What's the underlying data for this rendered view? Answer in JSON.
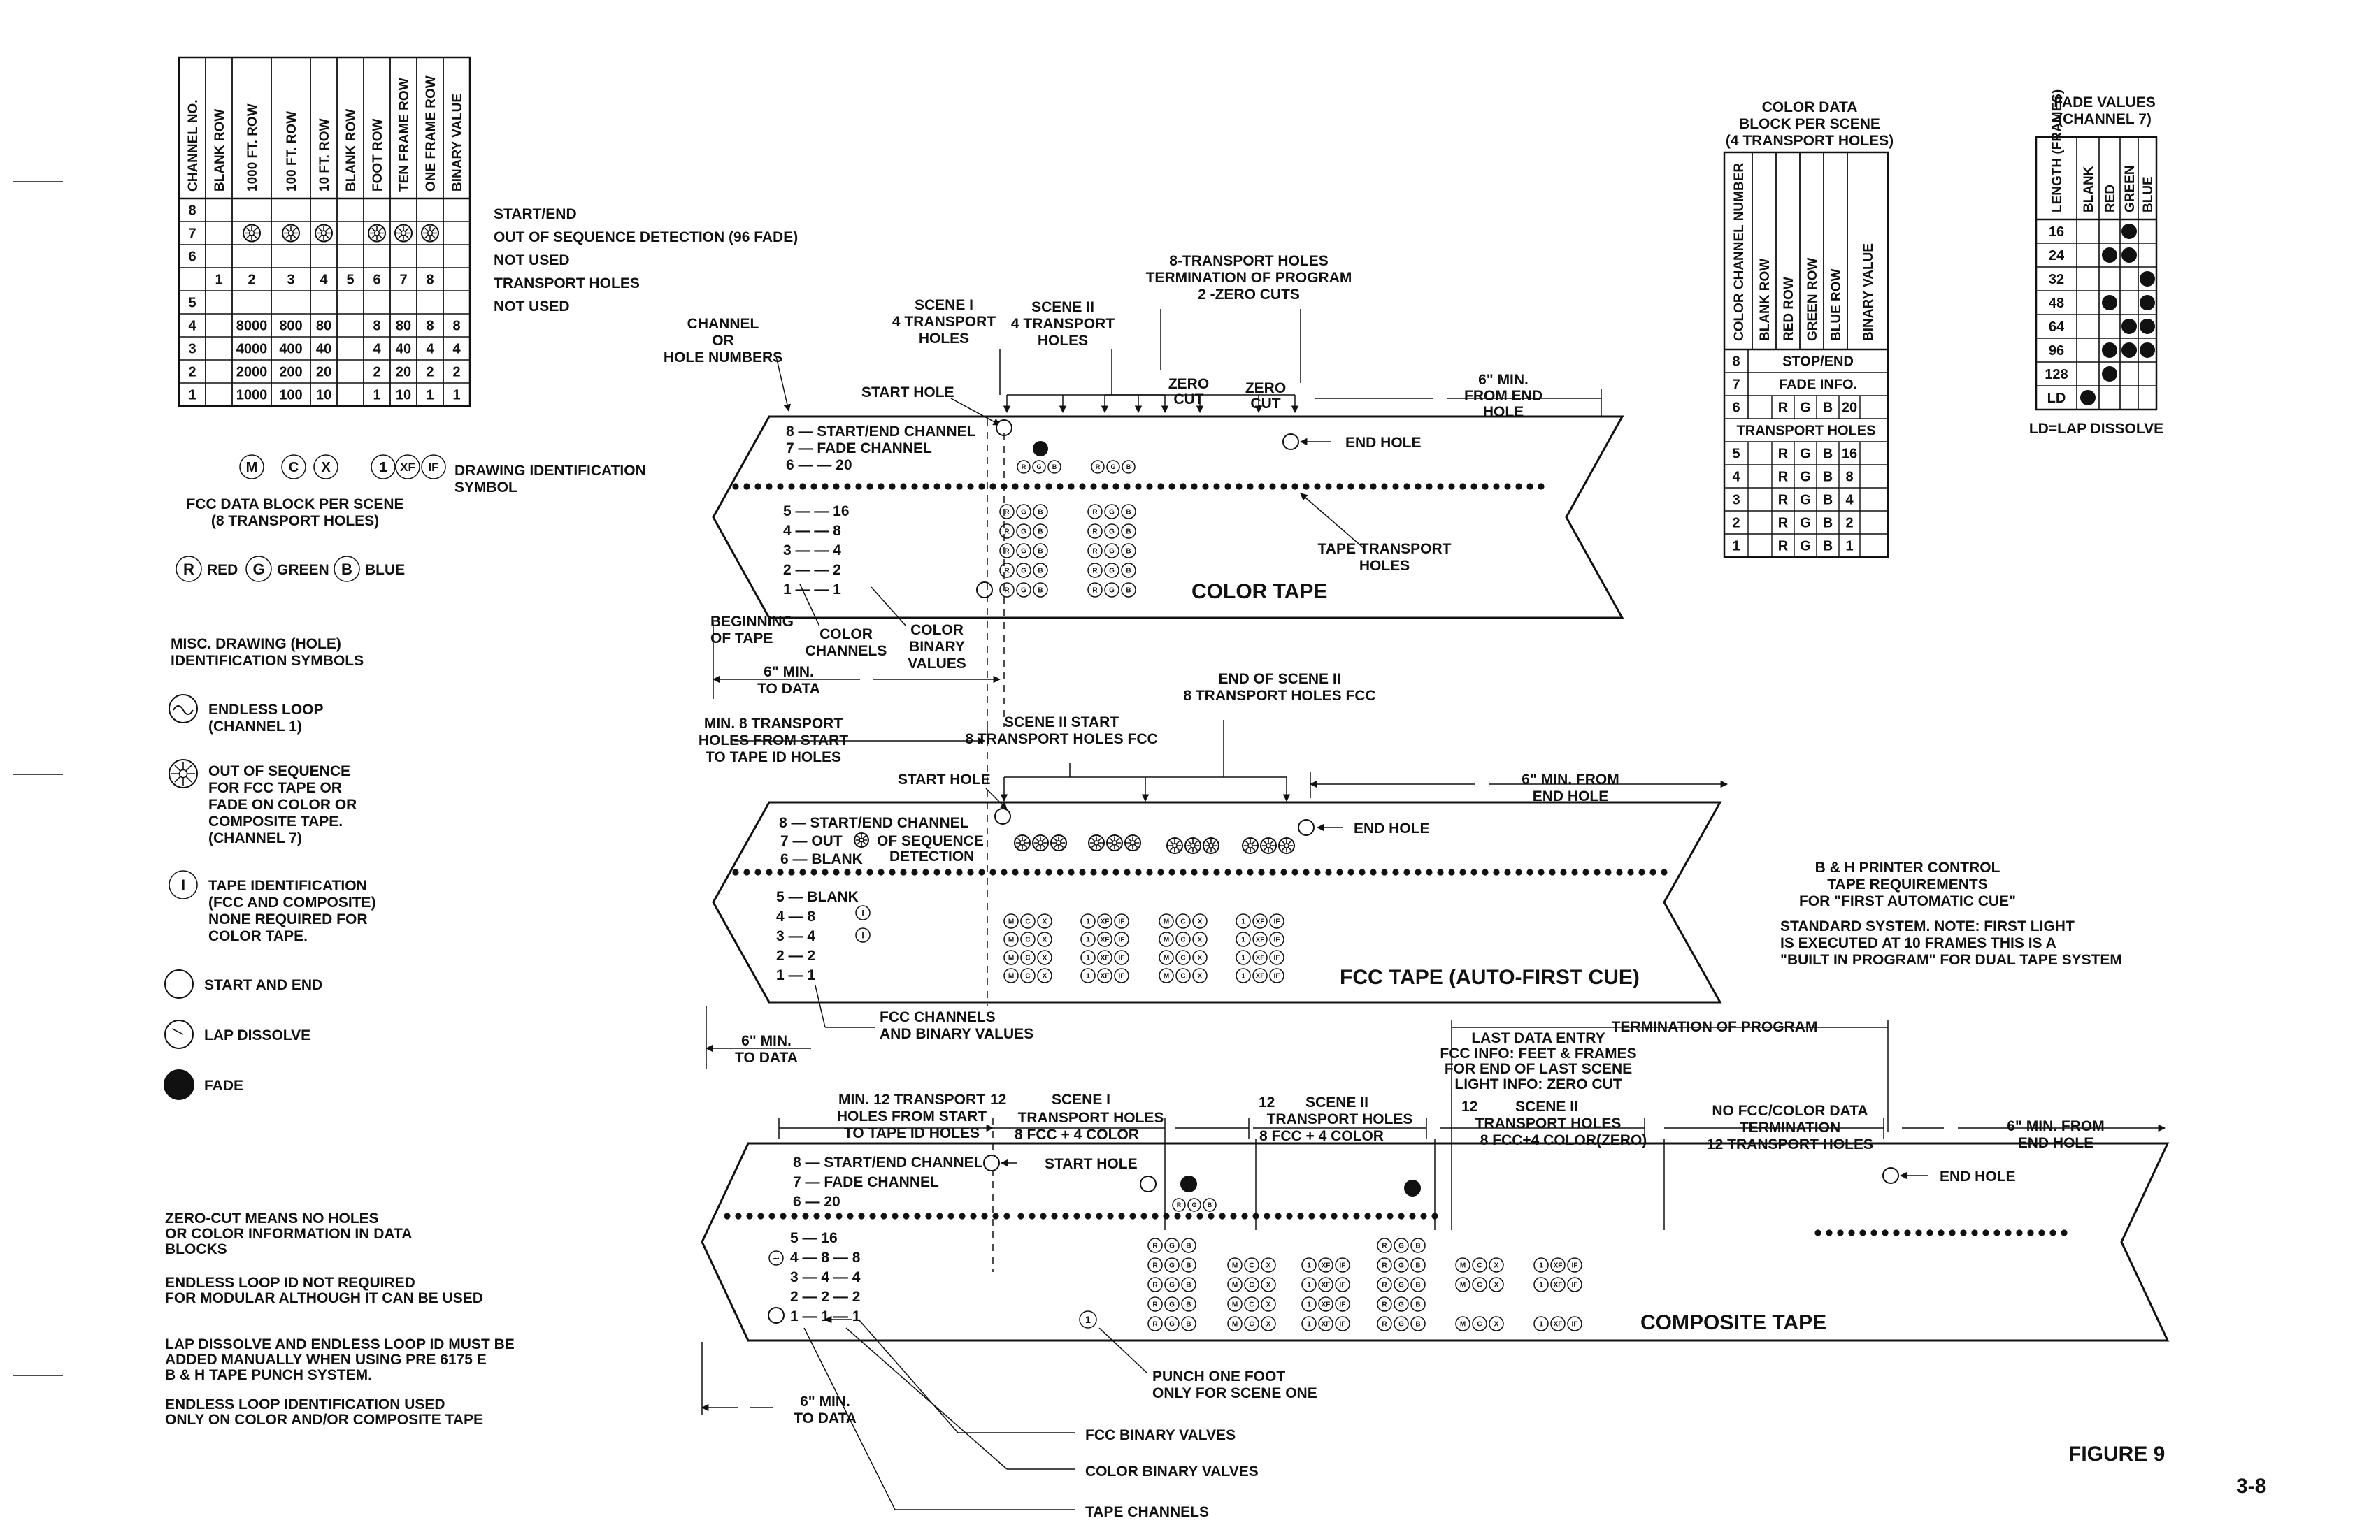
{
  "fcc_table": {
    "headers": [
      "CHANNEL NO.",
      "BLANK ROW",
      "1000 FT. ROW",
      "100 FT. ROW",
      "10 FT. ROW",
      "BLANK ROW",
      "FOOT ROW",
      "TEN FRAME ROW",
      "ONE FRAME ROW",
      "BINARY VALUE"
    ],
    "rows": [
      {
        "ch": "8",
        "cells": [
          "",
          "",
          "",
          "",
          "",
          "",
          "",
          "",
          ""
        ]
      },
      {
        "ch": "7",
        "cells": [
          "",
          "",
          "",
          "",
          "",
          "",
          "",
          "",
          ""
        ]
      },
      {
        "ch": "6",
        "cells": [
          "",
          "",
          "",
          "",
          "",
          "",
          "",
          "",
          ""
        ]
      },
      {
        "ch": "",
        "cells": [
          "1",
          "2",
          "3",
          "4",
          "5",
          "6",
          "7",
          "8",
          ""
        ]
      },
      {
        "ch": "5",
        "cells": [
          "",
          "",
          "",
          "",
          "",
          "",
          "",
          "",
          ""
        ]
      },
      {
        "ch": "4",
        "cells": [
          "",
          "8000",
          "800",
          "80",
          "",
          "8",
          "80",
          "8",
          "8"
        ]
      },
      {
        "ch": "3",
        "cells": [
          "",
          "4000",
          "400",
          "40",
          "",
          "4",
          "40",
          "4",
          "4"
        ]
      },
      {
        "ch": "2",
        "cells": [
          "",
          "2000",
          "200",
          "20",
          "",
          "2",
          "20",
          "2",
          "2"
        ]
      },
      {
        "ch": "1",
        "cells": [
          "",
          "1000",
          "100",
          "10",
          "",
          "1",
          "10",
          "1",
          "1"
        ]
      }
    ],
    "row_notes": [
      "START/END",
      "OUT OF SEQUENCE DETECTION (96 FADE)",
      "NOT USED",
      "TRANSPORT HOLES",
      "NOT USED"
    ],
    "id_symbols": [
      "M",
      "C",
      "X",
      "1",
      "XF",
      "IF"
    ],
    "id_label": [
      "DRAWING IDENTIFICATION",
      "SYMBOL"
    ],
    "caption": [
      "FCC DATA BLOCK PER SCENE",
      "(8 TRANSPORT HOLES)"
    ]
  },
  "color_legend": [
    {
      "sym": "R",
      "name": "RED"
    },
    {
      "sym": "G",
      "name": "GREEN"
    },
    {
      "sym": "B",
      "name": "BLUE"
    }
  ],
  "misc": {
    "title": [
      "MISC. DRAWING (HOLE)",
      "IDENTIFICATION SYMBOLS"
    ],
    "endless_loop": [
      "ENDLESS LOOP",
      "(CHANNEL 1)"
    ],
    "out_of_sequence": [
      "OUT OF SEQUENCE",
      "FOR FCC TAPE OR",
      "FADE ON COLOR OR",
      "COMPOSITE TAPE.",
      "(CHANNEL 7)"
    ],
    "tape_id_sym": "I",
    "tape_id": [
      "TAPE IDENTIFICATION",
      "(FCC AND COMPOSITE)",
      "NONE REQUIRED FOR",
      "COLOR TAPE."
    ],
    "start_end": "START AND END",
    "lap_dissolve": "LAP DISSOLVE",
    "fade": "FADE"
  },
  "notes": [
    [
      "ZERO-CUT MEANS NO HOLES",
      "OR COLOR INFORMATION IN DATA",
      "BLOCKS"
    ],
    [
      "ENDLESS LOOP ID NOT REQUIRED",
      "FOR MODULAR ALTHOUGH IT CAN BE USED"
    ],
    [
      "LAP DISSOLVE AND ENDLESS LOOP ID MUST BE",
      "ADDED MANUALLY WHEN USING PRE 6175 E",
      "B & H TAPE PUNCH SYSTEM."
    ],
    [
      "ENDLESS LOOP IDENTIFICATION USED",
      "ONLY ON COLOR AND/OR COMPOSITE TAPE"
    ]
  ],
  "color_data_table": {
    "title": [
      "COLOR DATA",
      "BLOCK PER SCENE",
      "(4 TRANSPORT HOLES)"
    ],
    "headers": [
      "COLOR CHANNEL NUMBER",
      "BLANK ROW",
      "RED ROW",
      "GREEN ROW",
      "BLUE ROW",
      "BINARY VALUE"
    ],
    "top_rows": [
      {
        "ch": "8",
        "span": "STOP/END"
      },
      {
        "ch": "7",
        "span": "FADE INFO."
      },
      {
        "ch": "6",
        "cells": [
          "",
          "R",
          "G",
          "B",
          "20"
        ]
      }
    ],
    "middle": "TRANSPORT HOLES",
    "bottom_rows": [
      {
        "ch": "5",
        "cells": [
          "",
          "R",
          "G",
          "B",
          "16"
        ]
      },
      {
        "ch": "4",
        "cells": [
          "",
          "R",
          "G",
          "B",
          "8"
        ]
      },
      {
        "ch": "3",
        "cells": [
          "",
          "R",
          "G",
          "B",
          "4"
        ]
      },
      {
        "ch": "2",
        "cells": [
          "",
          "R",
          "G",
          "B",
          "2"
        ]
      },
      {
        "ch": "1",
        "cells": [
          "",
          "R",
          "G",
          "B",
          "1"
        ]
      }
    ]
  },
  "fade_table": {
    "title": [
      "FADE VALUES",
      "(CHANNEL 7)"
    ],
    "headers": [
      "LENGTH (FRAMES)",
      "BLANK",
      "RED",
      "GREEN",
      "BLUE"
    ],
    "rows": [
      {
        "len": "16",
        "dots": [
          0,
          1,
          0
        ]
      },
      {
        "len": "24",
        "dots": [
          1,
          1,
          0
        ]
      },
      {
        "len": "32",
        "dots": [
          0,
          0,
          1
        ]
      },
      {
        "len": "48",
        "dots": [
          1,
          0,
          1
        ]
      },
      {
        "len": "64",
        "dots": [
          0,
          1,
          1
        ]
      },
      {
        "len": "96",
        "dots": [
          1,
          1,
          1
        ]
      },
      {
        "len": "128",
        "dots": [
          1,
          0,
          0
        ]
      },
      {
        "len": "LD",
        "dots": [
          0,
          0,
          0
        ],
        "ld": true
      }
    ],
    "note": "LD=LAP DISSOLVE"
  },
  "color_tape": {
    "label": "COLOR TAPE",
    "channel_or_hole": [
      "CHANNEL",
      "OR",
      "HOLE NUMBERS"
    ],
    "scene1": [
      "SCENE I",
      "4 TRANSPORT",
      "HOLES"
    ],
    "scene2": [
      "SCENE II",
      "4 TRANSPORT",
      "HOLES"
    ],
    "termination": [
      "8-TRANSPORT HOLES",
      "TERMINATION OF PROGRAM",
      "2 -ZERO CUTS"
    ],
    "zero_cut": [
      "ZERO",
      "CUT"
    ],
    "six_min_end": [
      "6\" MIN.",
      "FROM END",
      "HOLE"
    ],
    "start_hole": "START HOLE",
    "end_hole": "END HOLE",
    "channels_top": [
      "8 — START/END CHANNEL",
      "7 — FADE CHANNEL",
      "6 — — 20"
    ],
    "channels_bottom": [
      "5 — — 16",
      "4 — — 8",
      "3 — — 4",
      "2 — — 2",
      "1 — — 1"
    ],
    "transport_holes": [
      "TAPE TRANSPORT",
      "HOLES"
    ],
    "beginning": [
      "BEGINNING",
      "OF TAPE"
    ],
    "color_channels": [
      "COLOR",
      "CHANNELS"
    ],
    "color_binary": [
      "COLOR",
      "BINARY",
      "VALUES"
    ],
    "six_min_data": [
      "6\" MIN.",
      "TO DATA"
    ]
  },
  "fcc_tape": {
    "label": "FCC TAPE (AUTO-FIRST CUE)",
    "min8": [
      "MIN. 8 TRANSPORT",
      "HOLES FROM START",
      "TO TAPE ID HOLES"
    ],
    "scene2_start": [
      "SCENE II START",
      "8 TRANSPORT HOLES FCC"
    ],
    "end_scene2": [
      "END OF SCENE II",
      "8 TRANSPORT HOLES FCC"
    ],
    "six_min_end": [
      "6\" MIN. FROM",
      "END HOLE"
    ],
    "start_hole": "START HOLE",
    "end_hole": "END HOLE",
    "channels_top": [
      "8 — START/END CHANNEL",
      "7 — OUT",
      "OF SEQUENCE",
      "6 — BLANK",
      "DETECTION"
    ],
    "channels_bottom": [
      "5 — BLANK",
      "4 — 8",
      "3 — 4",
      "2 — 2",
      "1 — 1"
    ],
    "fcc_channels": [
      "FCC CHANNELS",
      "AND BINARY VALUES"
    ],
    "six_min_data": [
      "6\" MIN.",
      "TO DATA"
    ]
  },
  "printer_note": {
    "title": [
      "B & H PRINTER CONTROL",
      "TAPE REQUIREMENTS",
      "FOR \"FIRST AUTOMATIC CUE\""
    ],
    "body": [
      "STANDARD SYSTEM. NOTE: FIRST LIGHT",
      "IS EXECUTED AT 10 FRAMES THIS IS A",
      "\"BUILT IN PROGRAM\" FOR DUAL TAPE SYSTEM"
    ]
  },
  "composite_tape": {
    "label": "COMPOSITE TAPE",
    "termination": "TERMINATION OF PROGRAM",
    "last_entry": [
      "LAST DATA ENTRY",
      "FCC INFO: FEET & FRAMES",
      "FOR END OF LAST SCENE",
      "LIGHT INFO: ZERO CUT"
    ],
    "min12": [
      "MIN. 12 TRANSPORT",
      "HOLES FROM START",
      "TO TAPE ID HOLES"
    ],
    "scene1": [
      "12",
      "SCENE I",
      "TRANSPORT HOLES",
      "8  FCC + 4 COLOR"
    ],
    "scene2": [
      "12",
      "SCENE II",
      "TRANSPORT HOLES",
      "8 FCC + 4 COLOR"
    ],
    "scene2b": [
      "12",
      "SCENE II",
      "TRANSPORT HOLES",
      "8 FCC+4 COLOR(ZERO)"
    ],
    "no_data": [
      "NO FCC/COLOR DATA",
      "TERMINATION",
      "12 TRANSPORT HOLES"
    ],
    "six_min_end": [
      "6\" MIN. FROM",
      "END HOLE"
    ],
    "start_hole": "START HOLE",
    "end_hole": "END HOLE",
    "channels_top": [
      "8 — START/END CHANNEL",
      "7 — FADE CHANNEL",
      "6 — 20"
    ],
    "channels_bottom": [
      "5 — 16",
      "4 — 8 — 8",
      "3 — 4 — 4",
      "2 — 2 — 2",
      "1 — 1 — 1"
    ],
    "punch_foot": [
      "PUNCH ONE FOOT",
      "ONLY FOR SCENE ONE"
    ],
    "six_min_data": [
      "6\" MIN.",
      "TO DATA"
    ],
    "callouts": [
      "FCC BINARY VALVES",
      "COLOR BINARY VALVES",
      "TAPE CHANNELS"
    ]
  },
  "figure": "FIGURE 9",
  "page_num": "3-8"
}
